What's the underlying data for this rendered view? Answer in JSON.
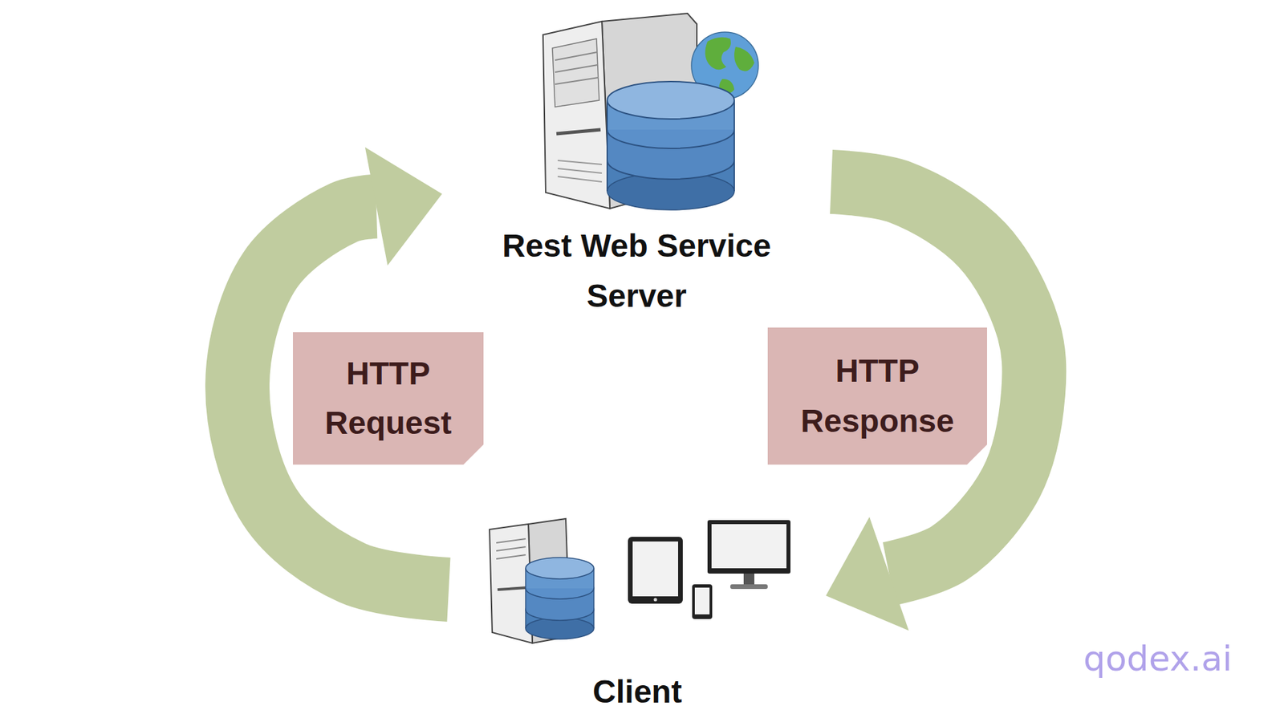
{
  "diagram": {
    "nodes": [
      {
        "text": [
          "Rest Web Service Server"
        ]
      },
      {
        "text": [
          "HTTP Request"
        ]
      },
      {
        "text": [
          "HTTP Response"
        ]
      },
      {
        "text": [
          "Client"
        ]
      }
    ],
    "edges": [
      {
        "from": 3,
        "to": 0,
        "arrow": "to"
      },
      {
        "from": 0,
        "to": 3,
        "arrow": "to"
      }
    ],
    "labels": [
      "qodex.ai"
    ]
  }
}
